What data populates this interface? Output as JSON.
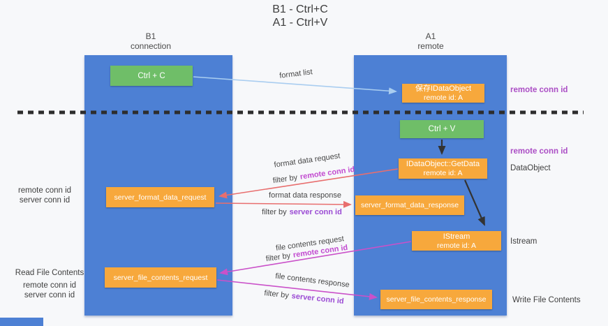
{
  "title": {
    "line1": "B1 - Ctrl+C",
    "line2": "A1 - Ctrl+V"
  },
  "columns": {
    "left": {
      "header_line1": "B1",
      "header_line2": "connection"
    },
    "right": {
      "header_line1": "A1",
      "header_line2": "remote"
    }
  },
  "boxes": {
    "ctrl_c": {
      "label": "Ctrl + C"
    },
    "save_dataobject": {
      "line1": "保存IDataObject",
      "line2": "remote id: A"
    },
    "ctrl_v": {
      "label": "Ctrl + V"
    },
    "getdata": {
      "line1": "IDataObject::GetData",
      "line2": "remote id: A"
    },
    "format_request": {
      "label": "server_format_data_request"
    },
    "format_response": {
      "label": "server_format_data_response"
    },
    "istream": {
      "line1": "IStream",
      "line2": "remote id: A"
    },
    "file_request": {
      "label": "server_file_contents_request"
    },
    "file_response": {
      "label": "server_file_contents_response"
    }
  },
  "arrow_labels": {
    "format_list": "format list",
    "format_data_request": "format data request",
    "format_data_response": "format data response",
    "file_contents_request": "file contents request",
    "file_contents_response": "file contents response",
    "filter_by": "filter by",
    "remote_conn_id": "remote conn id",
    "server_conn_id": "server conn id"
  },
  "side_labels": {
    "right_remote_conn_id_1": "remote conn id",
    "right_remote_conn_id_2": "remote conn id",
    "right_dataobject": "DataObject",
    "right_istream": "Istream",
    "right_write_file": "Write File Contents",
    "left_remote_conn_id_1": "remote conn id",
    "left_server_conn_id_1": "server conn id",
    "left_read_file": "Read File Contents",
    "left_remote_conn_id_2": "remote conn id",
    "left_server_conn_id_2": "server conn id"
  },
  "colors": {
    "column_blue": "#4d80d4",
    "box_green": "#6fbe68",
    "box_orange": "#f7a83c",
    "arrow_blue": "#a9cdf0",
    "arrow_salmon": "#e86e6e",
    "arrow_magenta": "#ca51c9",
    "arrow_black": "#333333",
    "dashed_line": "#2d2d2d",
    "label_purple": "#ab4ec5",
    "label_green": "#5fbe68",
    "accent_magenta": "#c24ad0",
    "accent_violet": "#9b4bd4"
  }
}
